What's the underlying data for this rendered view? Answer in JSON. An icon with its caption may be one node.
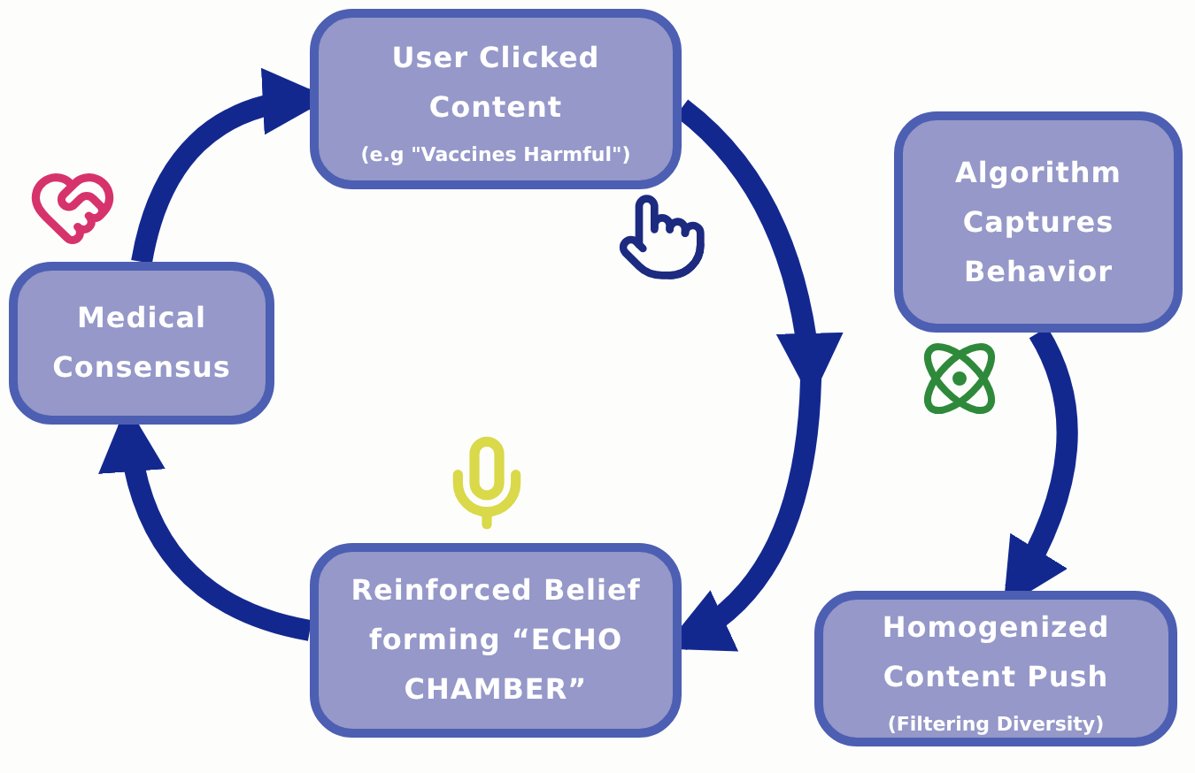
{
  "diagram": {
    "nodes": [
      {
        "text": [
          "User Clicked Content",
          "(e.g  \"Vaccines Harmful\")"
        ]
      },
      {
        "text": [
          "Algorithm Captures Behavior"
        ]
      },
      {
        "text": [
          "Medical Consensus"
        ]
      },
      {
        "text": [
          "Reinforced Belief forming “ECHO CHAMBER”"
        ]
      },
      {
        "text": [
          "Homogenized Content Push",
          "(Filtering Diversity)"
        ]
      }
    ],
    "edges": [
      {
        "from": 2,
        "to": 0,
        "arrow": "to"
      },
      {
        "from": 0,
        "to": 3,
        "arrow": "to"
      },
      {
        "from": 3,
        "to": 2,
        "arrow": "to"
      },
      {
        "from": 1,
        "to": 4,
        "arrow": "to"
      }
    ]
  }
}
